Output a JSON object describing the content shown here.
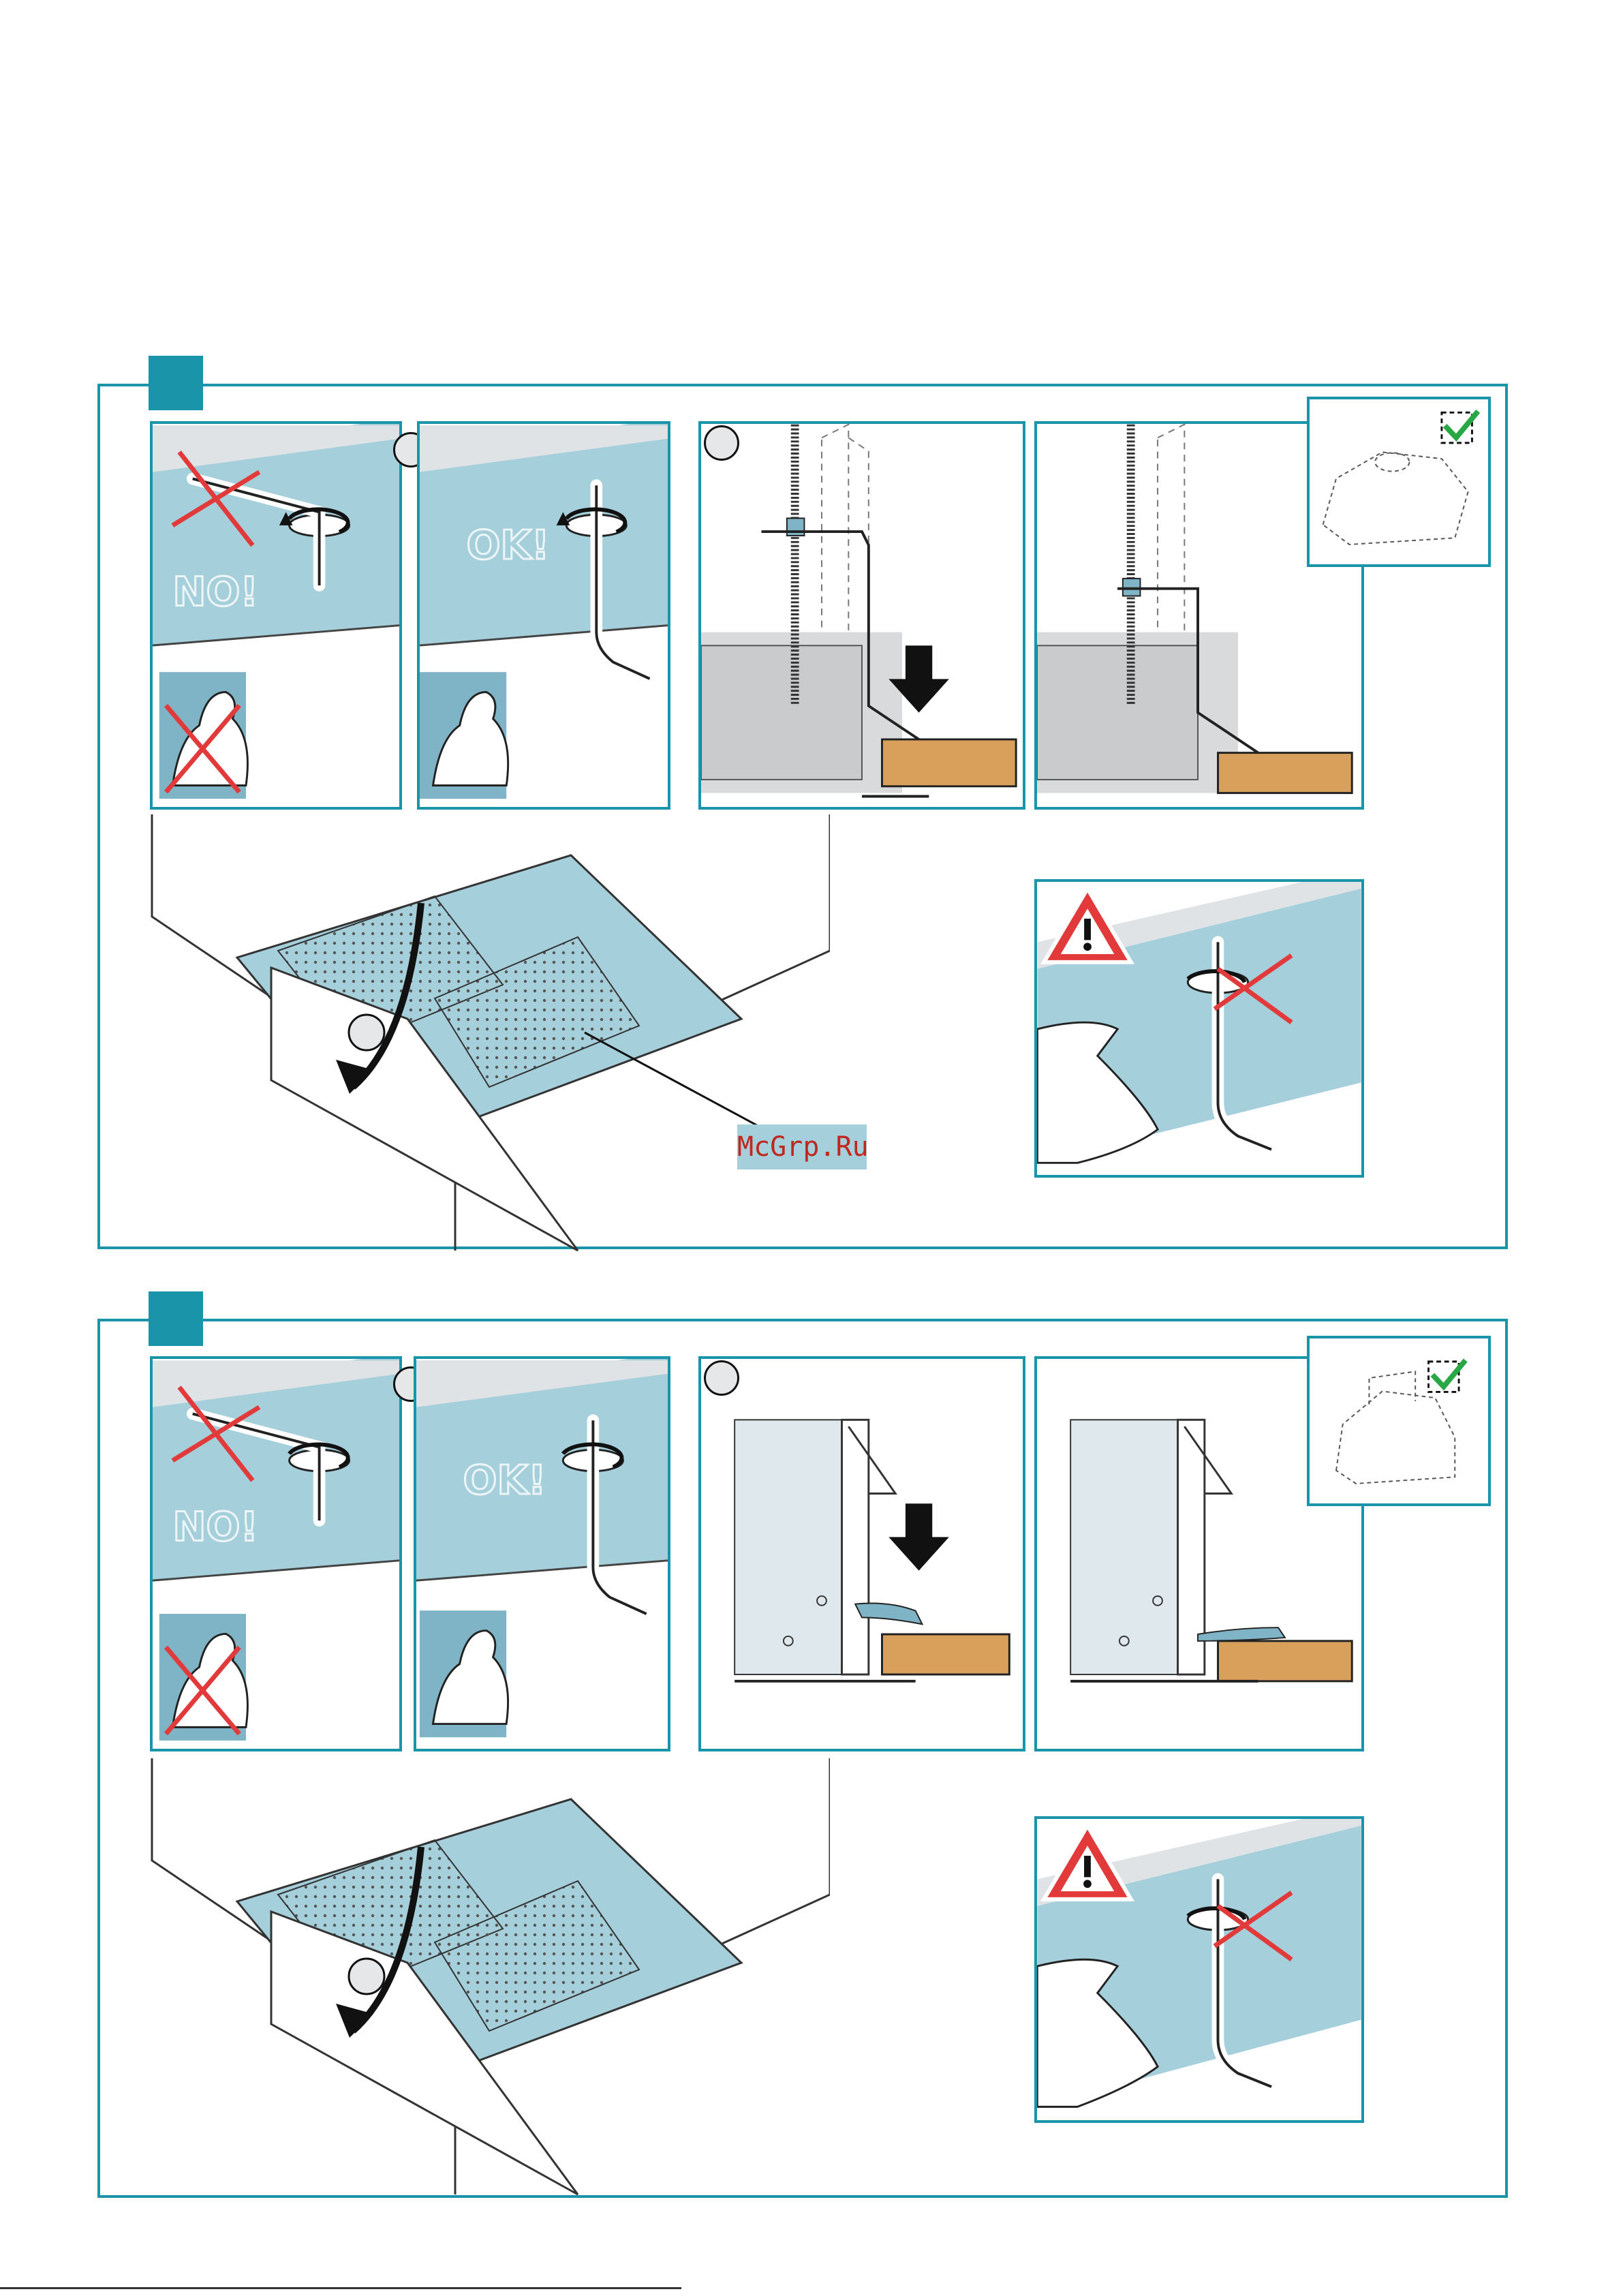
{
  "labels": {
    "no": "NO!",
    "ok": "OK!"
  },
  "watermark": {
    "text": "McGrp.Ru"
  },
  "icons": {
    "warning": "warning-triangle-icon",
    "check": "checkmark-icon",
    "cross": "red-cross-icon",
    "arm": "flexed-arm-icon",
    "arrow": "down-arrow-icon"
  },
  "colors": {
    "accent": "#1a94a8",
    "panel_fill": "#a5cfdb",
    "wood": "#d9a05b",
    "cross": "#e23a3a",
    "check": "#27a844",
    "warning": "#e23a3a"
  }
}
